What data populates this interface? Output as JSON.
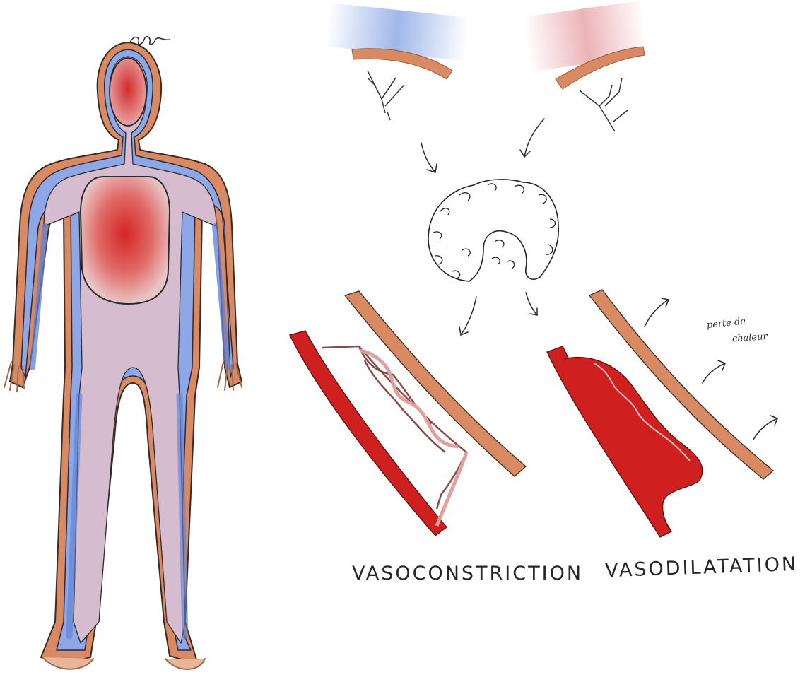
{
  "labels": {
    "vasoconstriction": "VASOCONSTRICTION",
    "vasodilatation": "VASODILATATION",
    "heat_loss_line1": "perte de",
    "heat_loss_line2": "chaleur"
  },
  "colors": {
    "skin": "#d98a62",
    "skin_dark": "#b5653f",
    "cold": "#6f8fd8",
    "core_red": "#d9282a",
    "vessel_red": "#cf1f1f",
    "vessel_pale": "#e0a0a0",
    "tissue": "#d7c3d2",
    "ink": "#262626"
  },
  "icons": [
    "human-body-icon",
    "brain-hypothalamus-icon",
    "cold-skin-icon",
    "warm-skin-icon",
    "arrow-icon"
  ]
}
